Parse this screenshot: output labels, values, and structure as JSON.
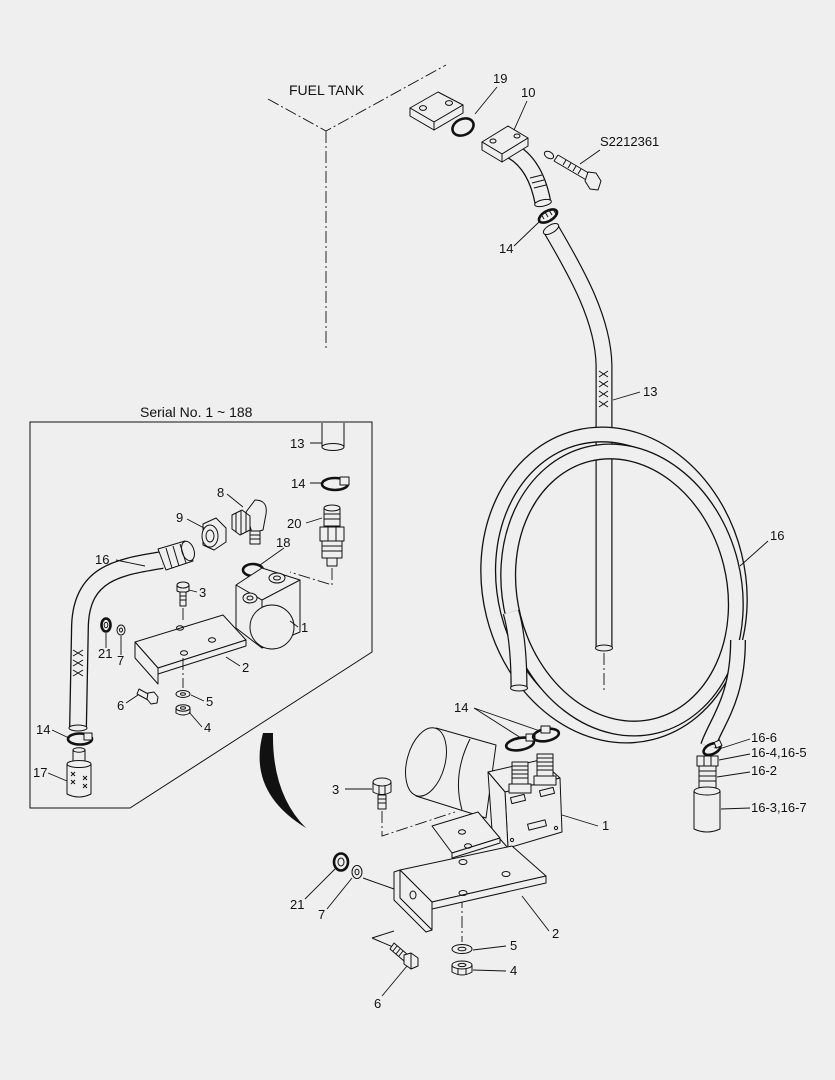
{
  "diagram": {
    "fuel_tank_label": "FUEL TANK",
    "inset_caption": "Serial No. 1 ~ 188"
  },
  "callouts": {
    "main": [
      "19",
      "10",
      "S2212361",
      "14",
      "13",
      "16",
      "14",
      "16-6",
      "16-4,16-5",
      "16-2",
      "16-3,16-7",
      "3",
      "1",
      "21",
      "7",
      "5",
      "2",
      "4",
      "6"
    ],
    "inset": [
      "13",
      "14",
      "8",
      "9",
      "20",
      "18",
      "16",
      "3",
      "1",
      "21",
      "7",
      "2",
      "5",
      "6",
      "4",
      "14",
      "17"
    ]
  }
}
